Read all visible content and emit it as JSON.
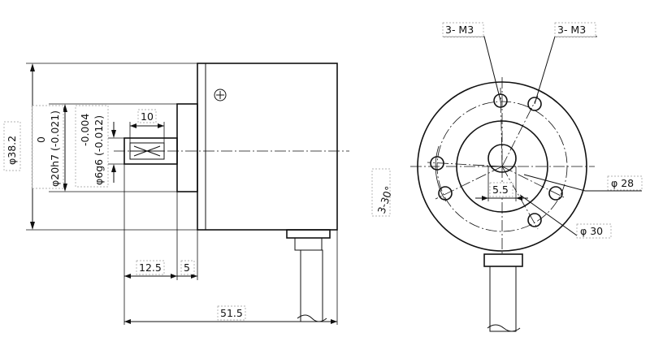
{
  "side_view": {
    "diameter_label": "φ38.2",
    "tolerance_upper": "0",
    "flange_label": "φ20h7 (-0.021)",
    "shaft_upper": "-0.004",
    "shaft_label": "φ6g6 (-0.012)",
    "key_length": "10",
    "shaft_length": "12.5",
    "flange_depth": "5",
    "overall_length": "51.5"
  },
  "front_view": {
    "thread_label_left": "3- M3",
    "thread_label_right": "3- M3",
    "angle_label": "3-30°",
    "flat_width": "5.5",
    "circle_28": "φ 28",
    "circle_30": "φ 30"
  }
}
